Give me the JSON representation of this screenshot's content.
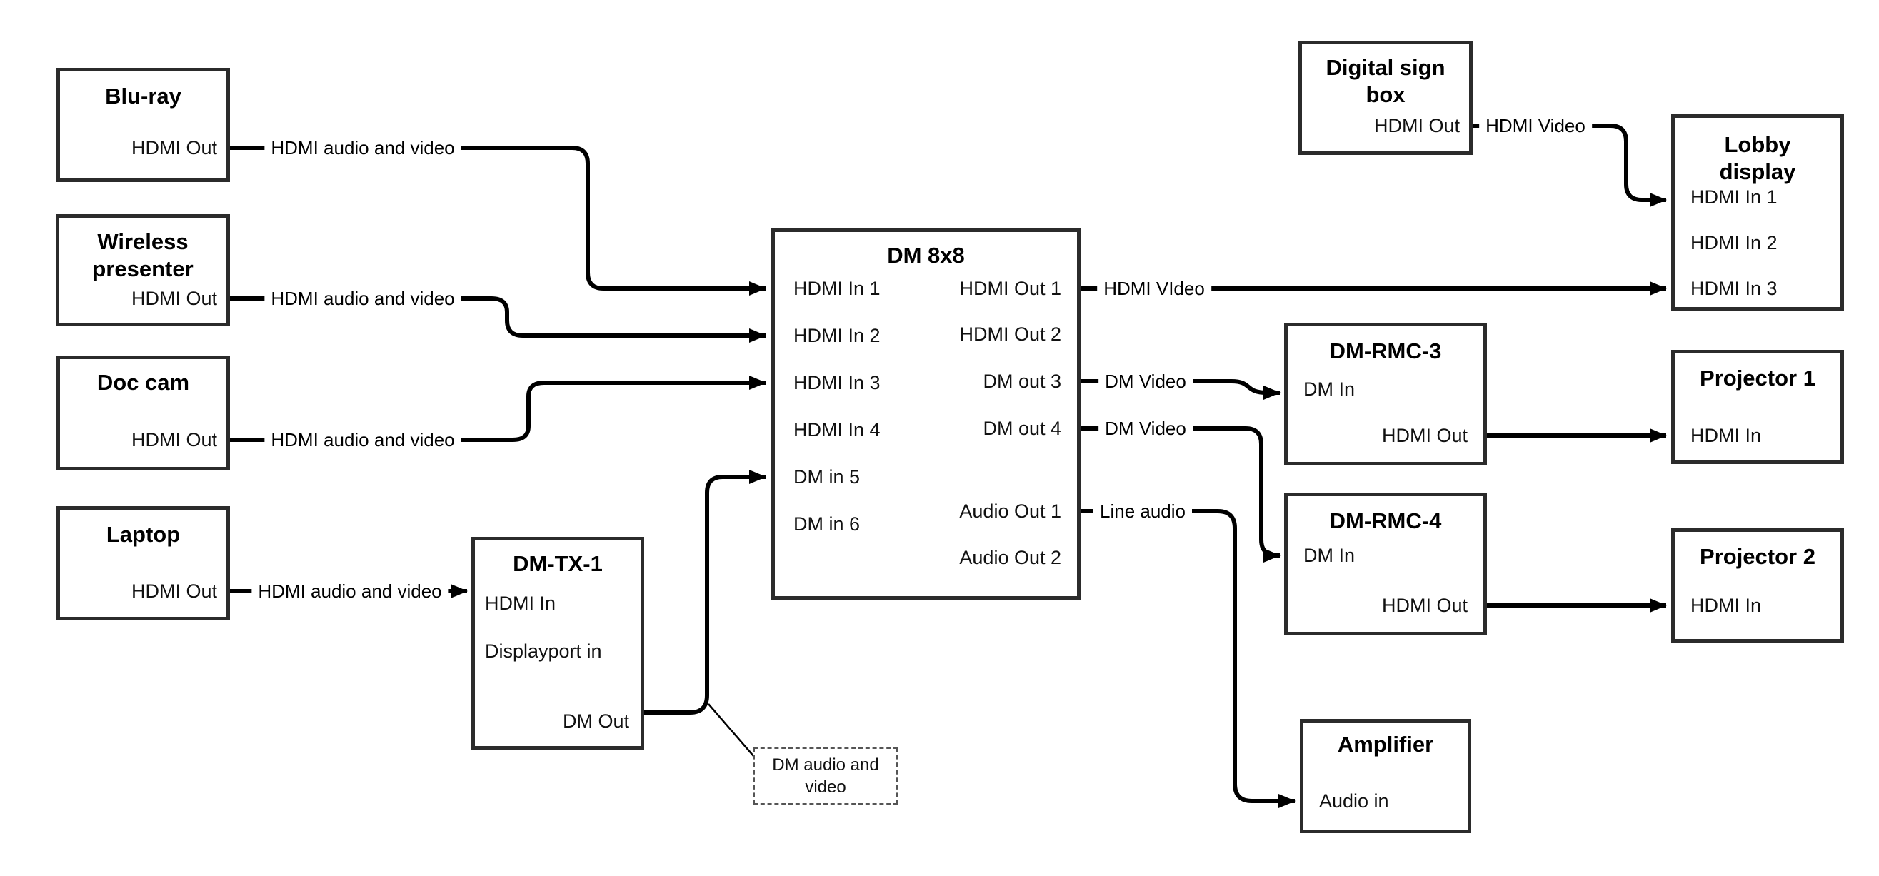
{
  "colors": {
    "line": "#000000",
    "box_border": "#2b2b2b",
    "background": "#ffffff"
  },
  "nodes": {
    "bluray": {
      "title": "Blu-ray",
      "port_hdmi_out": "HDMI Out"
    },
    "wireless": {
      "title": "Wireless\npresenter",
      "port_hdmi_out": "HDMI Out"
    },
    "doccam": {
      "title": "Doc cam",
      "port_hdmi_out": "HDMI Out"
    },
    "laptop": {
      "title": "Laptop",
      "port_hdmi_out": "HDMI Out"
    },
    "dmtx1": {
      "title": "DM-TX-1",
      "port_hdmi_in": "HDMI In",
      "port_displayport_in": "Displayport in",
      "port_dm_out": "DM Out"
    },
    "dm8x8": {
      "title": "DM 8x8",
      "port_hdmi_in_1": "HDMI In 1",
      "port_hdmi_in_2": "HDMI In 2",
      "port_hdmi_in_3": "HDMI In 3",
      "port_hdmi_in_4": "HDMI In 4",
      "port_dm_in_5": "DM in 5",
      "port_dm_in_6": "DM in 6",
      "port_hdmi_out_1": "HDMI Out 1",
      "port_hdmi_out_2": "HDMI Out 2",
      "port_dm_out_3": "DM out 3",
      "port_dm_out_4": "DM out 4",
      "port_audio_out_1": "Audio Out 1",
      "port_audio_out_2": "Audio Out 2"
    },
    "signbox": {
      "title": "Digital sign\nbox",
      "port_hdmi_out": "HDMI Out"
    },
    "lobby": {
      "title": "Lobby\ndisplay",
      "port_hdmi_in_1": "HDMI In 1",
      "port_hdmi_in_2": "HDMI In 2",
      "port_hdmi_in_3": "HDMI In 3"
    },
    "rmc3": {
      "title": "DM-RMC-3",
      "port_dm_in": "DM In",
      "port_hdmi_out": "HDMI Out"
    },
    "rmc4": {
      "title": "DM-RMC-4",
      "port_dm_in": "DM In",
      "port_hdmi_out": "HDMI Out"
    },
    "proj1": {
      "title": "Projector 1",
      "port_hdmi_in": "HDMI In"
    },
    "proj2": {
      "title": "Projector 2",
      "port_hdmi_in": "HDMI In"
    },
    "amp": {
      "title": "Amplifier",
      "port_audio_in": "Audio in"
    }
  },
  "edges": {
    "bluray_to_dm8x8": "HDMI audio and video",
    "wireless_to_dm8x8": "HDMI audio and video",
    "doccam_to_dm8x8": "HDMI audio and video",
    "laptop_to_dmtx1": "HDMI audio and video",
    "dm8x8_to_lobby": "HDMI VIdeo",
    "dm8x8_to_rmc3": "DM Video",
    "dm8x8_to_rmc4": "DM Video",
    "dm8x8_to_amp": "Line audio",
    "signbox_to_lobby": "HDMI Video"
  },
  "note": {
    "text": "DM audio and\nvideo"
  }
}
